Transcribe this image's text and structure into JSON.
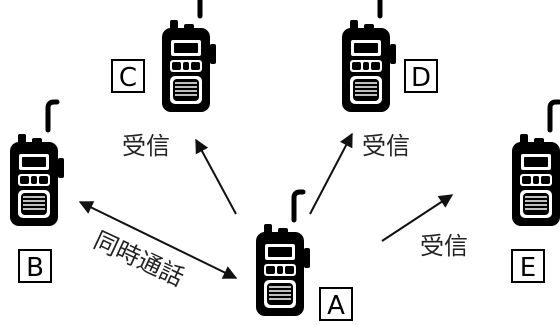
{
  "radios": [
    {
      "id": "A",
      "label": "A"
    },
    {
      "id": "B",
      "label": "B"
    },
    {
      "id": "C",
      "label": "C"
    },
    {
      "id": "D",
      "label": "D"
    },
    {
      "id": "E",
      "label": "E"
    }
  ],
  "labels": {
    "receive_c": "受信",
    "receive_d": "受信",
    "receive_e": "受信",
    "simultaneous": "同時通話"
  },
  "colors": {
    "device": "#000000",
    "arrow": "#111111",
    "label_box_border": "#000000"
  },
  "icons": [
    "walkie-talkie-icon"
  ]
}
